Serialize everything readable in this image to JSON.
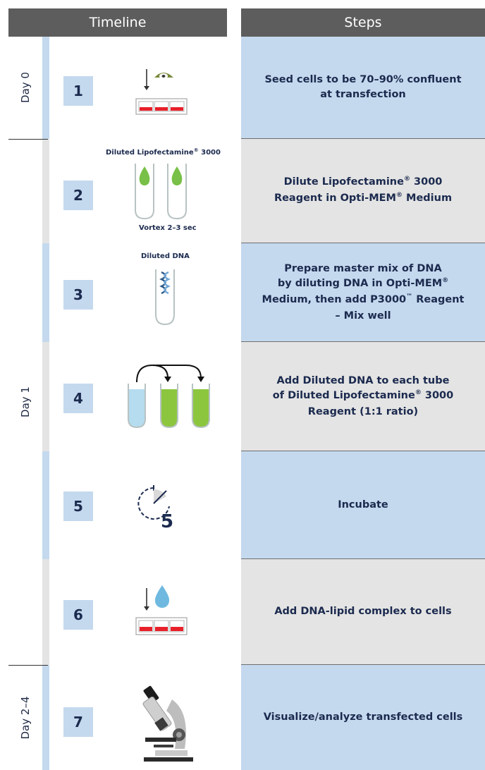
{
  "header": {
    "timeline": "Timeline",
    "steps": "Steps"
  },
  "days": [
    "Day 0",
    "Day 1",
    "Day 2–4"
  ],
  "steps": [
    {
      "num": "1",
      "lines": [
        [
          "Seed cells to be 70–90% confluent"
        ],
        [
          "at transfection"
        ]
      ]
    },
    {
      "num": "2",
      "lines": [
        [
          "Dilute Lipofectamine",
          "®",
          " 3000"
        ],
        [
          "Reagent in Opti-MEM",
          "®",
          " Medium"
        ]
      ]
    },
    {
      "num": "3",
      "lines": [
        [
          "Prepare master mix of DNA"
        ],
        [
          "by diluting DNA in Opti-MEM",
          "®"
        ],
        [
          "Medium, then add P3000",
          "™",
          " Reagent"
        ],
        [
          "– Mix well"
        ]
      ]
    },
    {
      "num": "4",
      "lines": [
        [
          "Add Diluted DNA to each tube"
        ],
        [
          "of Diluted Lipofectamine",
          "®",
          " 3000"
        ],
        [
          "Reagent (1:1 ratio)"
        ]
      ]
    },
    {
      "num": "5",
      "lines": [
        [
          "Incubate"
        ]
      ]
    },
    {
      "num": "6",
      "lines": [
        [
          "Add DNA-lipid complex to cells"
        ]
      ]
    },
    {
      "num": "7",
      "lines": [
        [
          "Visualize/analyze transfected cells"
        ]
      ]
    }
  ],
  "captions": {
    "diluted_lipo": [
      "Diluted Lipofectamine",
      "®",
      " 3000"
    ],
    "vortex": "Vortex 2–3 sec",
    "diluted_dna": "Diluted DNA",
    "timer_value": "5"
  },
  "icons": {
    "step1": "seed-cells-plate-icon",
    "step2": "lipofectamine-tubes-icon",
    "step3": "dna-tube-icon",
    "step4": "tube-transfer-icon",
    "step5": "timer-icon",
    "step6": "droplet-plate-icon",
    "step7": "microscope-icon"
  },
  "colors": {
    "header": "#5d5d5d",
    "blue_panel": "#c4d9ee",
    "gray_panel": "#e4e4e4",
    "text": "#1b2a4e",
    "green": "#8cc63f",
    "droplet": "#6fb9e0",
    "well_red": "#e8202a"
  }
}
